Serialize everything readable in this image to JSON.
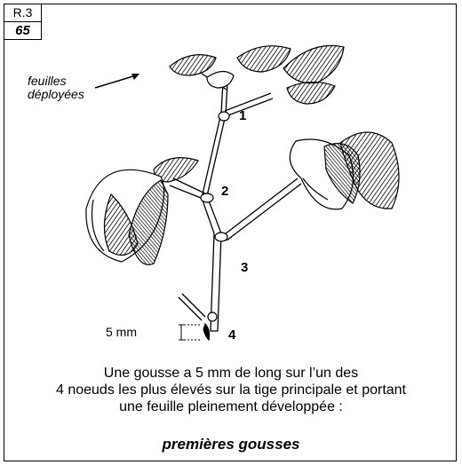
{
  "code": {
    "ref": "R.3",
    "number": "65"
  },
  "annotation": {
    "line1": "feuilles",
    "line2": "déployées"
  },
  "nodes": [
    "1",
    "2",
    "3",
    "4"
  ],
  "scale_label": "5 mm",
  "caption": {
    "line1": "Une gousse a 5 mm de long sur l’un des",
    "line2": "4 noeuds les plus élevés sur la tige principale et portant",
    "line3": "une feuille pleinement développée :"
  },
  "stage_name": "premières gousses"
}
